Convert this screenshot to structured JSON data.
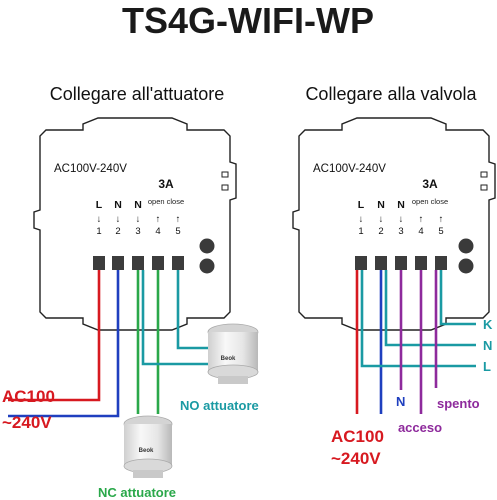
{
  "title": "TS4G-WIFI-WP",
  "left": {
    "heading": "Collegare all'attuatore",
    "voltage": "AC100V-240V",
    "amp": "3A",
    "open_close": "open close",
    "terminals": [
      {
        "letter": "L",
        "arrow": "↓",
        "num": "1"
      },
      {
        "letter": "N",
        "arrow": "↓",
        "num": "2"
      },
      {
        "letter": "N",
        "arrow": "↓",
        "num": "3"
      },
      {
        "letter": "",
        "arrow": "↑",
        "num": "4"
      },
      {
        "letter": "",
        "arrow": "↑",
        "num": "5"
      }
    ],
    "power_label_1": "AC100",
    "power_label_2": "~240V",
    "no_label": "NO attuatore",
    "nc_label": "NC attuatore",
    "actuator_brand": "Beok"
  },
  "right": {
    "heading": "Collegare alla valvola",
    "voltage": "AC100V-240V",
    "amp": "3A",
    "open_close": "open close",
    "terminals": [
      {
        "letter": "L",
        "arrow": "↓",
        "num": "1"
      },
      {
        "letter": "N",
        "arrow": "↓",
        "num": "2"
      },
      {
        "letter": "N",
        "arrow": "↓",
        "num": "3"
      },
      {
        "letter": "",
        "arrow": "↑",
        "num": "4"
      },
      {
        "letter": "",
        "arrow": "↑",
        "num": "5"
      }
    ],
    "power_label_1": "AC100",
    "power_label_2": "~240V",
    "k_label": "K",
    "n_label": "N",
    "l_label": "L",
    "n_purple_label": "N",
    "acceso_label": "acceso",
    "spento_label": "spento"
  },
  "colors": {
    "red": "#d71920",
    "blue": "#1f3fbf",
    "green": "#2aa84a",
    "teal": "#1a9aa3",
    "purple": "#8e2a9c"
  }
}
